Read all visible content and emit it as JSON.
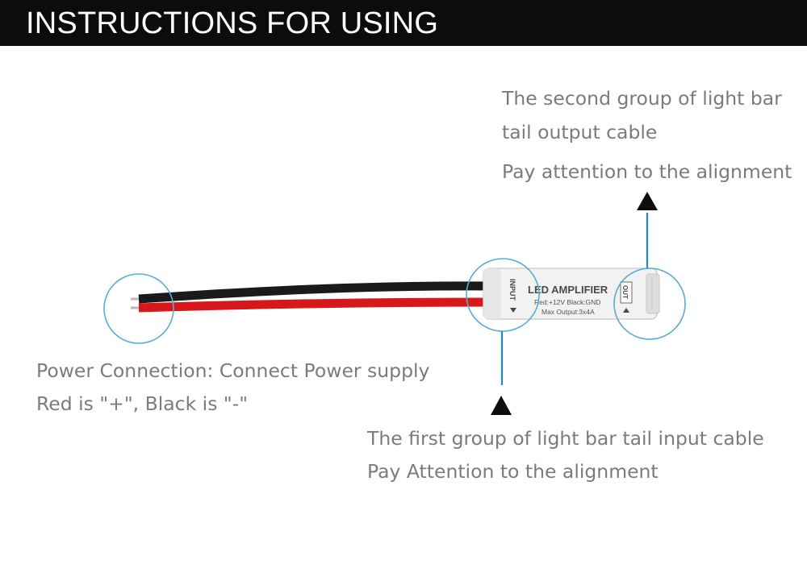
{
  "header": {
    "title": "INSTRUCTIONS FOR USING"
  },
  "captions": {
    "output_line1": "The second group of light bar",
    "output_line2": "tail output cable",
    "output_line3": "Pay attention to the alignment",
    "power_line1": "Power Connection: Connect Power supply",
    "power_line2": "Red is \"+\", Black is \"-\"",
    "input_line1": "The first group of light bar tail input cable",
    "input_line2": "Pay Attention to the alignment"
  },
  "module": {
    "title": "LED AMPLIFIER",
    "spec1": "Red:+12V Black:GND",
    "spec2": "Max Output:3x4A",
    "input_label": "INPUT",
    "output_label": "OUT"
  },
  "colors": {
    "header_bg": "#0d0c0d",
    "caption_text": "#7b7b7b",
    "callout_circle": "#5aaad8",
    "callout_line": "#1e88c8",
    "wire_red": "#d6181c",
    "wire_black": "#1a1a1a"
  },
  "icons": {
    "arrow": "triangle-up-icon"
  }
}
